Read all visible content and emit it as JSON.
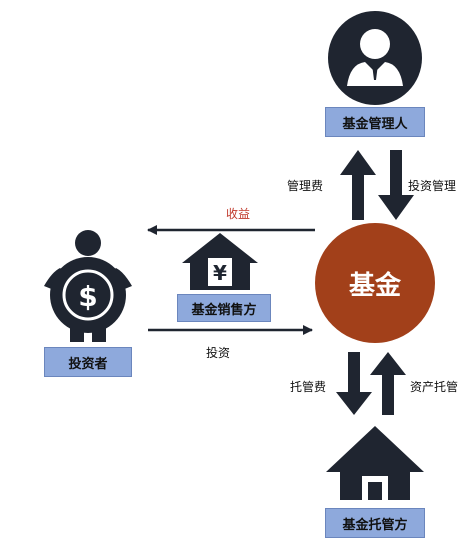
{
  "nodes": {
    "manager": "基金管理人",
    "fund": "基金",
    "seller": "基金销售方",
    "investor": "投资者",
    "custodian": "基金托管方"
  },
  "labels": {
    "management_fee": "管理费",
    "investment_management": "投资管理",
    "income": "收益",
    "investment": "投资",
    "custody_fee": "托管费",
    "asset_custody": "资产托管"
  },
  "colors": {
    "box_fill": "#8ea9dc",
    "fund_circle": "#a2401a",
    "icon_dark": "#1f2530",
    "income_label": "#c0392b"
  },
  "icons": {
    "manager": "person-icon",
    "seller": "yuan-house-icon",
    "investor": "money-bag-person-icon",
    "custodian": "house-icon"
  }
}
